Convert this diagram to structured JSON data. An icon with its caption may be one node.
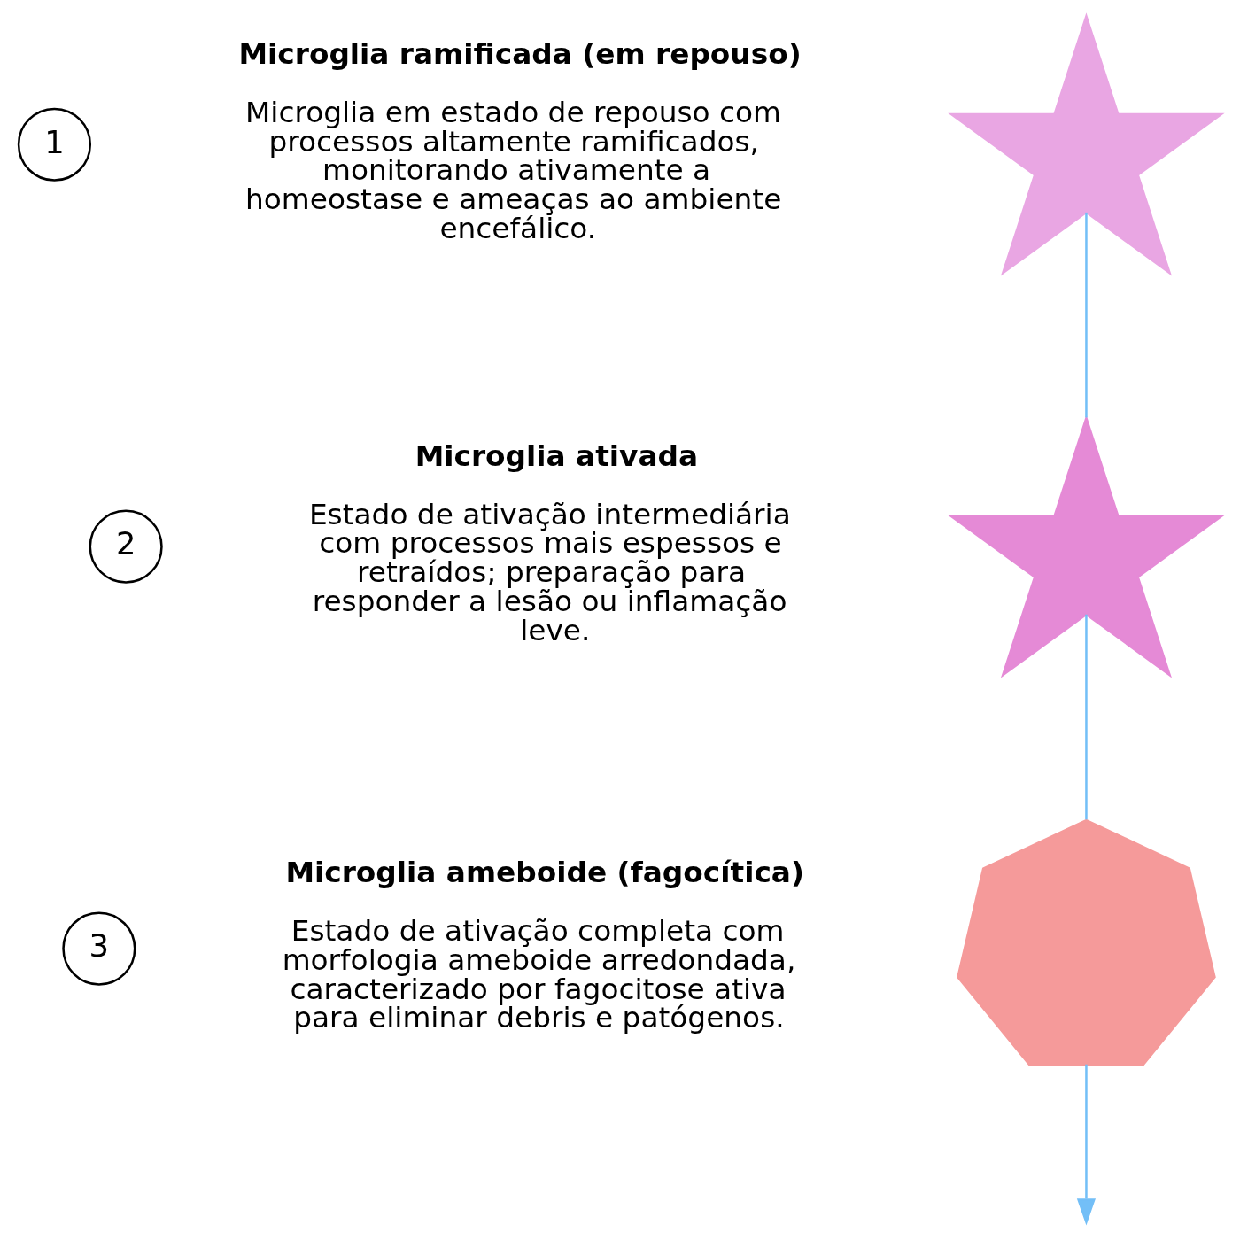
{
  "diagram": {
    "nodes": [
      {
        "text": [
          "1"
        ]
      },
      {
        "text": [],
        "shape": "picture",
        "beside": [
          "Microglia ramificada (em repouso)",
          "Microglia em estado de repouso com processos altamente ramificados, monitorando ativamente a homeostase e ameaças ao ambiente encefálico."
        ]
      },
      {
        "text": [
          "2"
        ]
      },
      {
        "text": [],
        "shape": "picture",
        "beside": [
          "Microglia ativada",
          "Estado de ativação intermediária com processos mais espessos e retraídos; preparação para responder a lesão ou inflamação leve."
        ]
      },
      {
        "text": [
          "3"
        ]
      },
      {
        "text": [],
        "shape": "picture",
        "beside": [
          "Microglia ameboide (fagocítica)",
          "Estado de ativação completa com morfologia ameboide arredondada, caracterizado por fagocitose ativa para eliminar debris e patógenos."
        ]
      }
    ],
    "edges": [
      {
        "from": 1,
        "to": 3,
        "arrow": "none",
        "color": "#73bff7"
      },
      {
        "from": 3,
        "to": 5,
        "arrow": "none",
        "color": "#73bff7"
      },
      {
        "from": 5,
        "to": null,
        "arrow": "to",
        "color": "#73bff7"
      }
    ]
  }
}
